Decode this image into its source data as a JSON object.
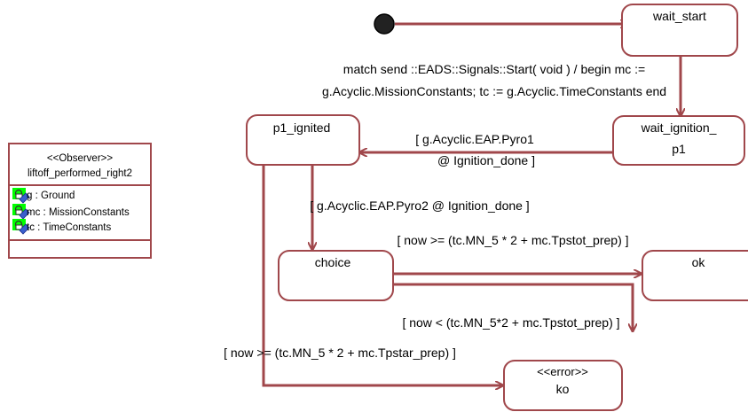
{
  "colors": {
    "line": "#a0474b",
    "state_fill": "#ffffff",
    "initial_fill": "#222222",
    "attr_icon_bg": "#00ff00",
    "text": "#000000"
  },
  "states": {
    "wait_start": "wait_start",
    "wait_ignition": [
      "wait_ignition_",
      "p1"
    ],
    "p1_ignited": "p1_ignited",
    "choice": "choice",
    "ok": "ok",
    "ko": {
      "stereotype": "<<error>>",
      "name": "ko"
    }
  },
  "transitions": {
    "start_action": [
      "match send ::EADS::Signals::Start( void ) / begin mc :=",
      "g.Acyclic.MissionConstants; tc := g.Acyclic.TimeConstants end"
    ],
    "pyro1_guard": [
      "[ g.Acyclic.EAP.Pyro1",
      "@ Ignition_done ]"
    ],
    "pyro2_guard": "[ g.Acyclic.EAP.Pyro2 @ Ignition_done ]",
    "ok_guard": "[ now >= (tc.MN_5 * 2 + mc.Tpstot_prep) ]",
    "ko_guard_choice": "[ now < (tc.MN_5*2 + mc.Tpstot_prep) ]",
    "ko_guard_p1": "[ now >= (tc.MN_5 * 2 + mc.Tpstar_prep) ]"
  },
  "observer": {
    "stereotype": "<<Observer>>",
    "name": "liftoff_performed_right2",
    "attributes": [
      {
        "name": "g",
        "type": "Ground",
        "icon": "private-attribute-icon"
      },
      {
        "name": "mc",
        "type": "MissionConstants",
        "icon": "private-attribute-icon"
      },
      {
        "name": "tc",
        "type": "TimeConstants",
        "icon": "private-attribute-icon"
      }
    ]
  }
}
